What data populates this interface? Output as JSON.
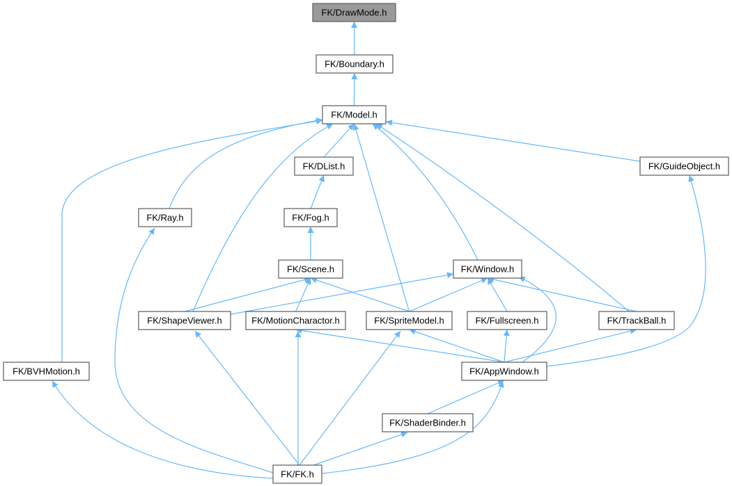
{
  "title": "FK/DrawMode.h include dependency graph",
  "colors": {
    "edge": "#63b8ff",
    "root_fill": "#999999",
    "node_border": "#666666"
  },
  "nodes": [
    {
      "id": "DrawMode",
      "label": "FK/DrawMode.h",
      "root": true
    },
    {
      "id": "Boundary",
      "label": "FK/Boundary.h"
    },
    {
      "id": "Model",
      "label": "FK/Model.h"
    },
    {
      "id": "DList",
      "label": "FK/DList.h"
    },
    {
      "id": "GuideObject",
      "label": "FK/GuideObject.h"
    },
    {
      "id": "Ray",
      "label": "FK/Ray.h"
    },
    {
      "id": "Fog",
      "label": "FK/Fog.h"
    },
    {
      "id": "Scene",
      "label": "FK/Scene.h"
    },
    {
      "id": "Window",
      "label": "FK/Window.h"
    },
    {
      "id": "ShapeViewer",
      "label": "FK/ShapeViewer.h"
    },
    {
      "id": "MotionCharactor",
      "label": "FK/MotionCharactor.h"
    },
    {
      "id": "SpriteModel",
      "label": "FK/SpriteModel.h"
    },
    {
      "id": "Fullscreen",
      "label": "FK/Fullscreen.h"
    },
    {
      "id": "TrackBall",
      "label": "FK/TrackBall.h"
    },
    {
      "id": "BVHMotion",
      "label": "FK/BVHMotion.h"
    },
    {
      "id": "AppWindow",
      "label": "FK/AppWindow.h"
    },
    {
      "id": "ShaderBinder",
      "label": "FK/ShaderBinder.h"
    },
    {
      "id": "FK",
      "label": "FK/FK.h"
    }
  ],
  "edges": [
    [
      "Boundary",
      "DrawMode"
    ],
    [
      "Model",
      "Boundary"
    ],
    [
      "DList",
      "Model"
    ],
    [
      "GuideObject",
      "Model"
    ],
    [
      "Ray",
      "Model"
    ],
    [
      "BVHMotion",
      "Model"
    ],
    [
      "ShapeViewer",
      "Model"
    ],
    [
      "SpriteModel",
      "Model"
    ],
    [
      "Window",
      "Model"
    ],
    [
      "TrackBall",
      "Model"
    ],
    [
      "Fog",
      "DList"
    ],
    [
      "Scene",
      "Fog"
    ],
    [
      "ShapeViewer",
      "Scene"
    ],
    [
      "MotionCharactor",
      "Scene"
    ],
    [
      "SpriteModel",
      "Scene"
    ],
    [
      "ShapeViewer",
      "Window"
    ],
    [
      "SpriteModel",
      "Window"
    ],
    [
      "Fullscreen",
      "Window"
    ],
    [
      "TrackBall",
      "Window"
    ],
    [
      "AppWindow",
      "Window"
    ],
    [
      "AppWindow",
      "MotionCharactor"
    ],
    [
      "AppWindow",
      "SpriteModel"
    ],
    [
      "AppWindow",
      "Fullscreen"
    ],
    [
      "AppWindow",
      "TrackBall"
    ],
    [
      "AppWindow",
      "GuideObject"
    ],
    [
      "ShaderBinder",
      "AppWindow"
    ],
    [
      "FK",
      "AppWindow"
    ],
    [
      "FK",
      "ShaderBinder"
    ],
    [
      "FK",
      "ShapeViewer"
    ],
    [
      "FK",
      "MotionCharactor"
    ],
    [
      "FK",
      "SpriteModel"
    ],
    [
      "FK",
      "Ray"
    ],
    [
      "FK",
      "BVHMotion"
    ]
  ]
}
